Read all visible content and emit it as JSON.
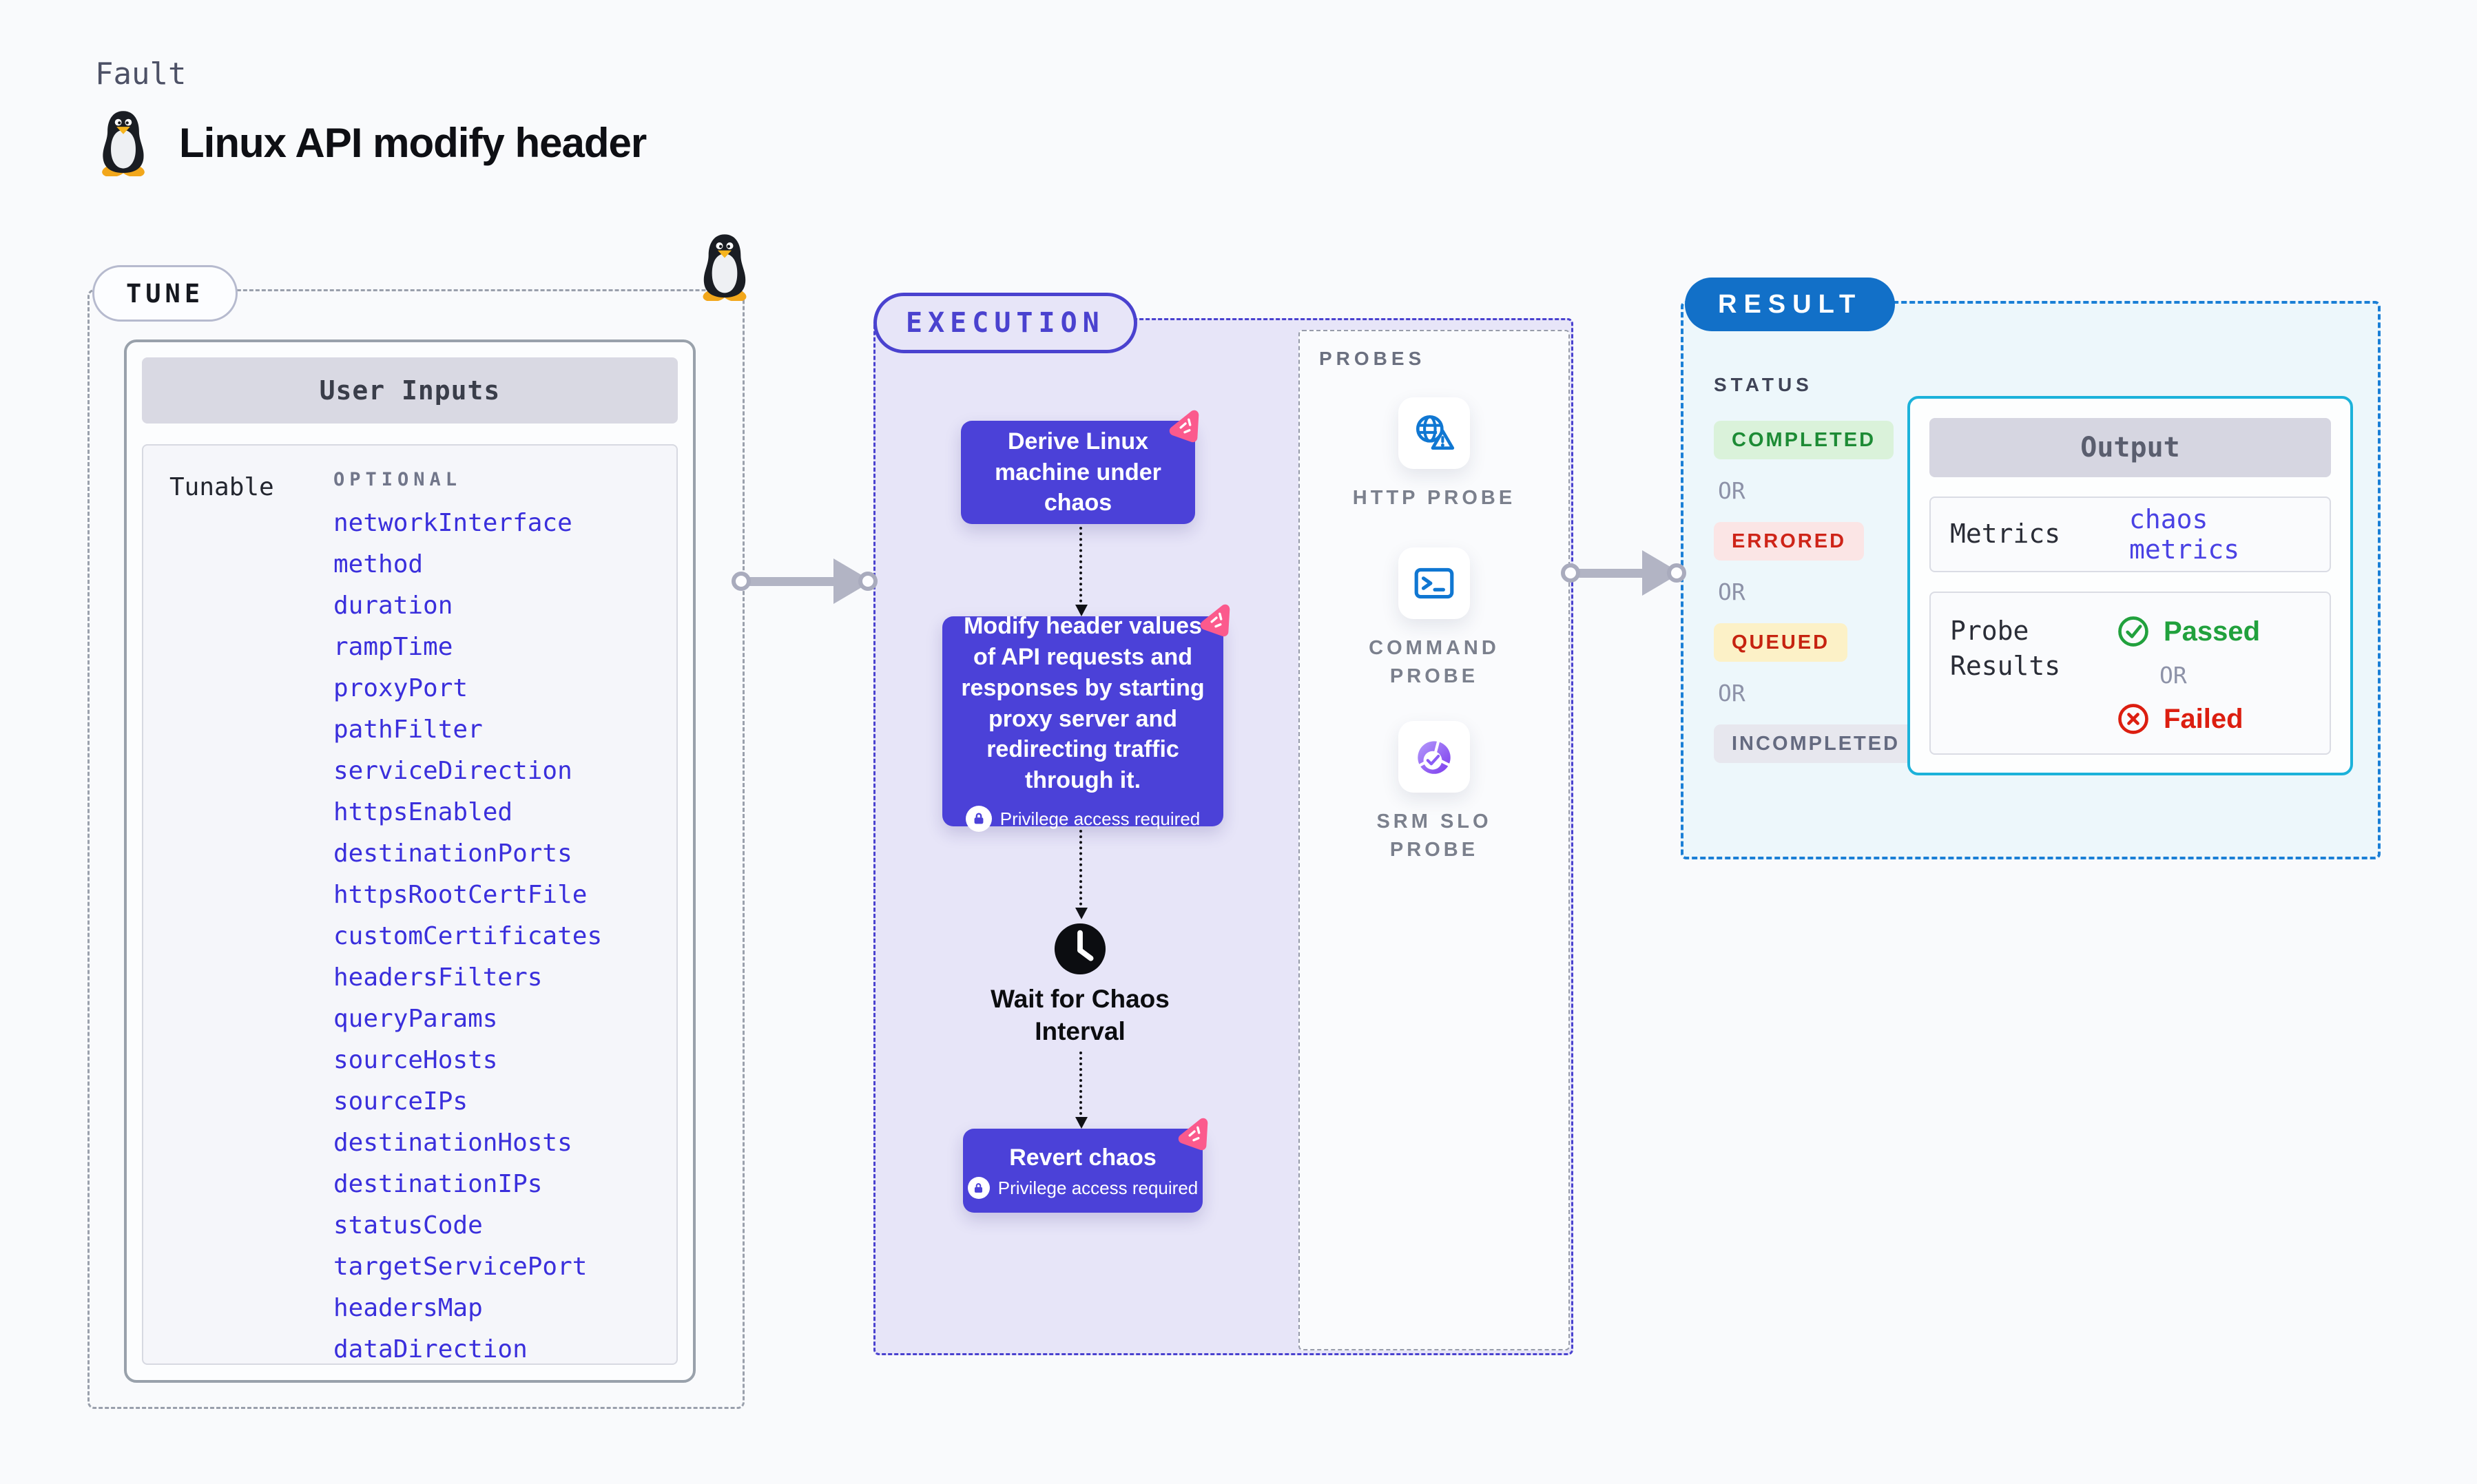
{
  "page": {
    "kicker": "Fault",
    "title": "Linux API modify header"
  },
  "tune": {
    "label": "TUNE",
    "table_title": "User Inputs",
    "row_label": "Tunable",
    "column_header": "OPTIONAL",
    "tunables": [
      "networkInterface",
      "method",
      "duration",
      "rampTime",
      "proxyPort",
      "pathFilter",
      "serviceDirection",
      "httpsEnabled",
      "destinationPorts",
      "httpsRootCertFile",
      "customCertificates",
      "headersFilters",
      "queryParams",
      "sourceHosts",
      "sourceIPs",
      "destinationHosts",
      "destinationIPs",
      "statusCode",
      "targetServicePort",
      "headersMap",
      "dataDirection"
    ]
  },
  "execution": {
    "label": "EXECUTION",
    "derive_text": "Derive Linux machine under chaos",
    "modify_text": "Modify header values of API requests and responses by starting proxy server and redirecting traffic through it.",
    "privilege_text": "Privilege access required",
    "wait_text": "Wait for Chaos Interval",
    "revert_text": "Revert chaos"
  },
  "probes": {
    "label": "PROBES",
    "items": [
      {
        "label": "HTTP PROBE",
        "icon": "globe-warning-icon"
      },
      {
        "label": "COMMAND PROBE",
        "icon": "terminal-icon"
      },
      {
        "label": "SRM SLO PROBE",
        "icon": "slo-donut-icon"
      }
    ]
  },
  "result": {
    "label": "RESULT",
    "status_label": "STATUS",
    "or_label": "OR",
    "statuses": [
      {
        "label": "COMPLETED",
        "type": "completed"
      },
      {
        "label": "ERRORED",
        "type": "errored"
      },
      {
        "label": "QUEUED",
        "type": "queued"
      },
      {
        "label": "INCOMPLETED",
        "type": "incompleted"
      }
    ],
    "output": {
      "title": "Output",
      "metrics_label": "Metrics",
      "metrics_value": "chaos metrics",
      "probe_results_label": "Probe Results",
      "passed_label": "Passed",
      "or_label": "OR",
      "failed_label": "Failed"
    }
  },
  "colors": {
    "indigo": "#4B41D8",
    "lavender": "#E7E5F8",
    "pink": "#FB5A8D",
    "result_blue": "#1270C8",
    "output_cyan": "#1CB2DA",
    "success_green": "#1D8B35",
    "error_red": "#CE2418",
    "link_blue": "#3A2FDC",
    "arrow_gray": "#B2B4C4"
  }
}
